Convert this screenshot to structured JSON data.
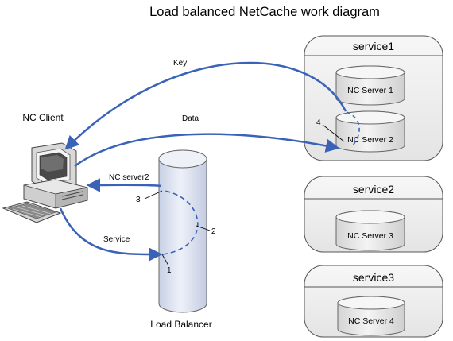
{
  "title": "Load balanced NetCache work diagram",
  "client_label": "NC Client",
  "balancer_label": "Load Balancer",
  "services": [
    {
      "name": "service1",
      "servers": [
        "NC Server 1",
        "NC Server 2"
      ]
    },
    {
      "name": "service2",
      "servers": [
        "NC Server 3"
      ]
    },
    {
      "name": "service3",
      "servers": [
        "NC Server 4"
      ]
    }
  ],
  "arrows": {
    "key": "Key",
    "data": "Data",
    "nc_server2": "NC server2",
    "service": "Service"
  },
  "steps": [
    "1",
    "2",
    "3",
    "4"
  ],
  "colors": {
    "arrow": "#3a63b8",
    "cylinder_stroke": "#666666",
    "panel_stroke": "#555555"
  }
}
